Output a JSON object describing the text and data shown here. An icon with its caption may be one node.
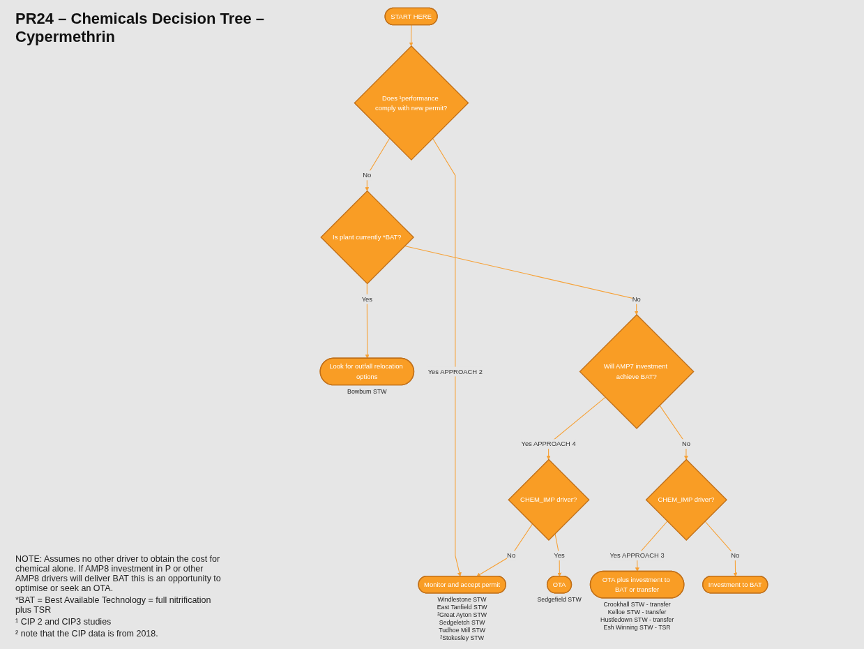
{
  "diagram": {
    "title": "PR24 – Chemicals Decision Tree – Cypermethrin",
    "nodes": [
      {
        "text": [
          "START HERE"
        ]
      },
      {
        "text": [
          "Does ¹performance comply with new permit?"
        ]
      },
      {
        "text": [
          "Is plant currently *BAT?"
        ]
      },
      {
        "text": [
          "Look for outfall relocation options"
        ],
        "beside": [
          "Bowburn STW"
        ]
      },
      {
        "text": [
          "Will AMP7 investment achieve BAT?"
        ]
      },
      {
        "text": [
          "CHEM_IMP driver?"
        ]
      },
      {
        "text": [
          "Monitor and accept permit"
        ],
        "beside": [
          "Windlestone STW",
          "East Tanfield STW",
          "²Great Ayton STW",
          "Sedgeletch STW",
          "Tudhoe Mill STW",
          "²Stokesley STW"
        ]
      },
      {
        "text": [
          "OTA"
        ],
        "beside": [
          "Sedgefield STW"
        ]
      },
      {
        "text": [
          "CHEM_IMP driver?"
        ]
      },
      {
        "text": [
          "OTA plus investment to BAT or transfer"
        ],
        "beside": [
          "Crookhall STW - transfer",
          "Kelloe STW - transfer",
          "Hustledown STW - transfer",
          "Esh Winning STW - TSR"
        ]
      },
      {
        "text": [
          "Investment to BAT"
        ]
      }
    ],
    "edges": [
      {
        "from": 0,
        "to": 1,
        "arrow": "to"
      },
      {
        "from": 1,
        "to": 2,
        "arrow": "to",
        "label": "No"
      },
      {
        "from": 1,
        "to": 6,
        "arrow": "to",
        "label": "Yes APPROACH 2"
      },
      {
        "from": 2,
        "to": 3,
        "arrow": "to",
        "label": "Yes"
      },
      {
        "from": 2,
        "to": 4,
        "arrow": "to",
        "label": "No"
      },
      {
        "from": 4,
        "to": 5,
        "arrow": "to",
        "label": "Yes APPROACH 4"
      },
      {
        "from": 4,
        "to": 8,
        "arrow": "to",
        "label": "No"
      },
      {
        "from": 5,
        "to": 6,
        "arrow": "to",
        "label": "No"
      },
      {
        "from": 5,
        "to": 7,
        "arrow": "to",
        "label": "Yes"
      },
      {
        "from": 8,
        "to": 9,
        "arrow": "to",
        "label": "Yes APPROACH 3"
      },
      {
        "from": 8,
        "to": 10,
        "arrow": "to",
        "label": "No"
      }
    ],
    "labels": [
      "NOTE: Assumes no other driver to obtain the cost for chemical alone. If AMP8 investment in P or other AMP8 drivers will deliver BAT this is an opportunity to optimise or seek an OTA.",
      "*BAT = Best Available Technology = full nitrification plus TSR",
      "¹ CIP 2 and CIP3 studies",
      "² note that the CIP data is from 2018."
    ]
  }
}
